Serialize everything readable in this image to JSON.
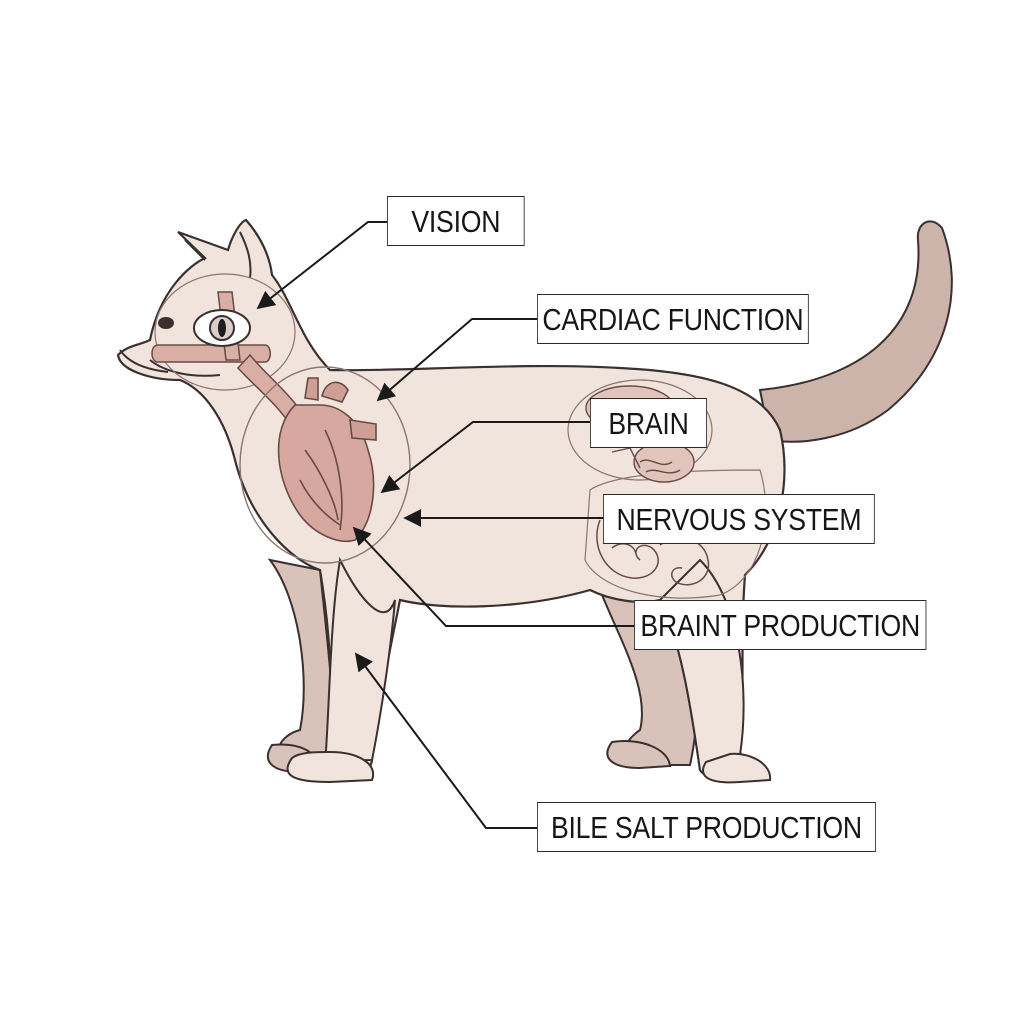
{
  "labels": {
    "vision": "VISION",
    "cardiac": "CARDIAC FUNCTION",
    "brain": "BRAIN",
    "nervous": "NERVOUS SYSTEM",
    "braint": "BRAINT PRODUCTION",
    "bile": "BILE SALT PRODUCTION"
  },
  "colors": {
    "body_fill": "#f1e4dc",
    "body_stroke": "#3a3030",
    "tail_shade": "#cdb4ab",
    "organ_fill": "#d9aea4",
    "organ_stroke": "#6a4a45",
    "leader_line": "#1a1a1a"
  }
}
